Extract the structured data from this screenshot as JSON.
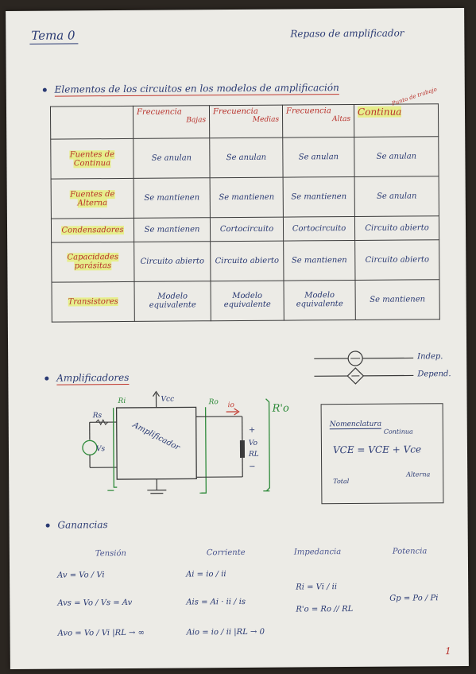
{
  "header": {
    "title_left": "Tema 0",
    "title_right": "Repaso de amplificador"
  },
  "section1": {
    "heading": "Elementos de los circuitos en los modelos de amplificación"
  },
  "table": {
    "corner_note": "Punto de trabajo",
    "columns": [
      {
        "top": "Frecuencia",
        "bottom": "Bajas"
      },
      {
        "top": "Frecuencia",
        "bottom": "Medias"
      },
      {
        "top": "Frecuencia",
        "bottom": "Altas"
      },
      {
        "top": "Continua",
        "bottom": ""
      }
    ],
    "rows": [
      {
        "label": "Fuentes de Continua",
        "cells": [
          "Se anulan",
          "Se anulan",
          "Se anulan",
          "Se anulan"
        ]
      },
      {
        "label": "Fuentes de Alterna",
        "cells": [
          "Se mantienen",
          "Se mantienen",
          "Se mantienen",
          "Se anulan"
        ]
      },
      {
        "label": "Condensadores",
        "cells": [
          "Se mantienen",
          "Cortocircuito",
          "Cortocircuito",
          "Circuito abierto"
        ]
      },
      {
        "label": "Capacidades parásitas",
        "cells": [
          "Circuito abierto",
          "Circuito abierto",
          "Se mantienen",
          "Circuito abierto"
        ]
      },
      {
        "label": "Transistores",
        "cells": [
          "Modelo equivalente",
          "Modelo equivalente",
          "Modelo equivalente",
          "Se mantienen"
        ]
      }
    ]
  },
  "legend": {
    "indep": "Indep.",
    "depend": "Depend."
  },
  "section2": {
    "heading": "Amplificadores"
  },
  "circuit": {
    "ri": "Ri",
    "vcc": "Vcc",
    "ro": "Ro",
    "rs": "Rs",
    "vs": "Vs",
    "io": "io",
    "vo": "Vo",
    "rl": "RL",
    "ro_prime": "R'o",
    "amp": "Amplificador",
    "plus": "+",
    "minus": "−"
  },
  "box": {
    "title": "Nomenclatura",
    "formula": "VCE = VCE + Vce",
    "label_cont": "Continua",
    "label_total": "Total",
    "label_alt": "Alterna"
  },
  "section3": {
    "heading": "Ganancias"
  },
  "columns": {
    "tension": "Tensión",
    "corriente": "Corriente",
    "impedancia": "Impedancia",
    "potencia": "Potencia"
  },
  "formulas": {
    "av": "Av = Vo / Vi",
    "avs": "Avs = Vo / Vs = Av",
    "avo": "Avo = Vo / Vi |RL → ∞",
    "ai": "Ai = io / ii",
    "ais": "Ais = Ai · ii / is",
    "aio": "Aio = io / ii |RL → 0",
    "ri": "Ri = Vi / ii",
    "ro": "R'o = Ro // RL",
    "gp": "Gp = Po / Pi"
  },
  "page_number": "1"
}
